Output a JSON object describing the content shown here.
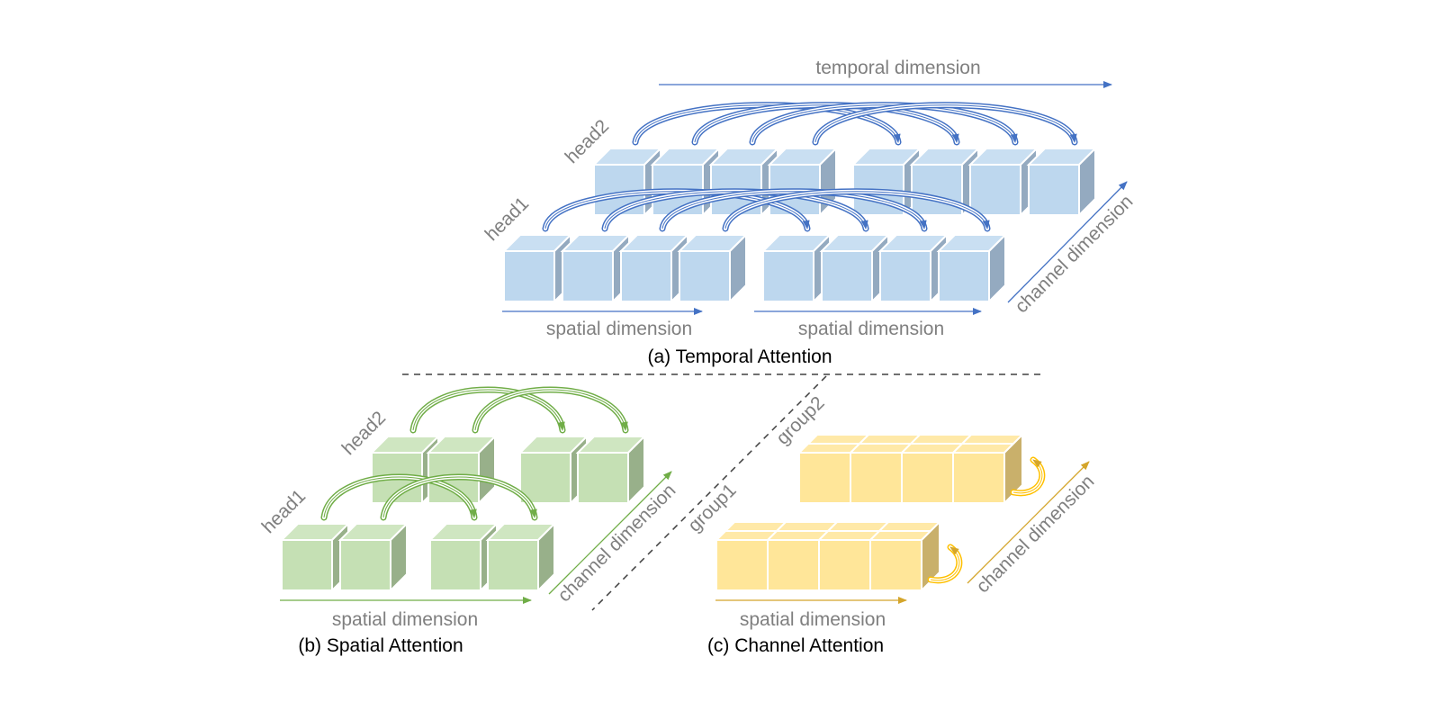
{
  "colors": {
    "blue": {
      "front": "#bdd7ee",
      "top": "#c9dff2",
      "side": "#94aac0",
      "arrow": "#4472c4"
    },
    "green": {
      "front": "#c5e0b4",
      "top": "#cfe6c1",
      "side": "#98b08a",
      "arrow": "#70ad47"
    },
    "yellow": {
      "front": "#ffe699",
      "top": "#ffe9a8",
      "side": "#c9b06b",
      "arrow": "#ffc000",
      "axis": "#d4a52b"
    },
    "label_grey": "#7f7f7f",
    "caption": "#000000"
  },
  "temporal": {
    "caption": "(a) Temporal Attention",
    "axis_temporal": "temporal dimension",
    "axis_spatial_1": "spatial dimension",
    "axis_spatial_2": "spatial dimension",
    "axis_channel": "channel dimension",
    "head1": "head1",
    "head2": "head2"
  },
  "spatial": {
    "caption": "(b) Spatial Attention",
    "axis_spatial": "spatial dimension",
    "axis_channel": "channel dimension",
    "head1": "head1",
    "head2": "head2"
  },
  "channel": {
    "caption": "(c) Channel Attention",
    "axis_spatial": "spatial dimension",
    "axis_channel": "channel dimension",
    "group1": "group1",
    "group2": "group2"
  }
}
